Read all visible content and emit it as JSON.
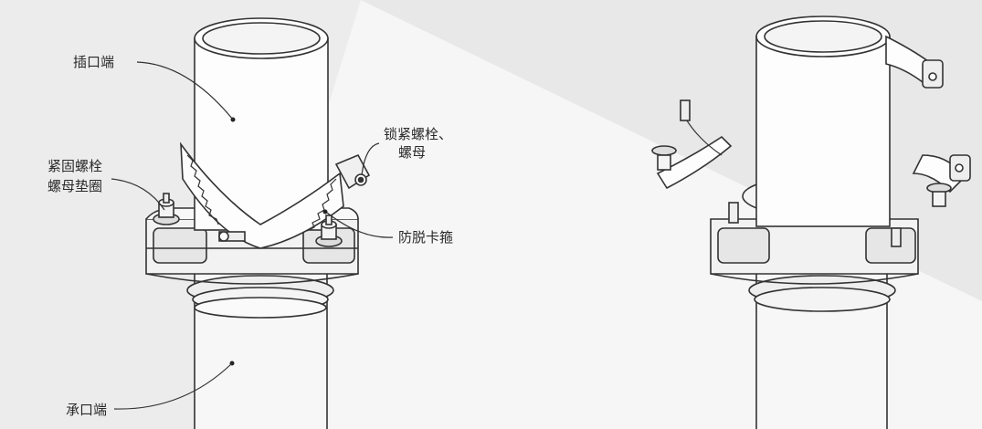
{
  "labels": {
    "spigot_end": "插口端",
    "clamp_bolt_line1": "紧固螺栓",
    "clamp_bolt_line2": "螺母垫圈",
    "lock_bolt_line1": "锁紧螺栓、",
    "lock_bolt_line2": "螺母",
    "anti_slip_clip": "防脱卡箍",
    "socket_end": "承口端"
  }
}
